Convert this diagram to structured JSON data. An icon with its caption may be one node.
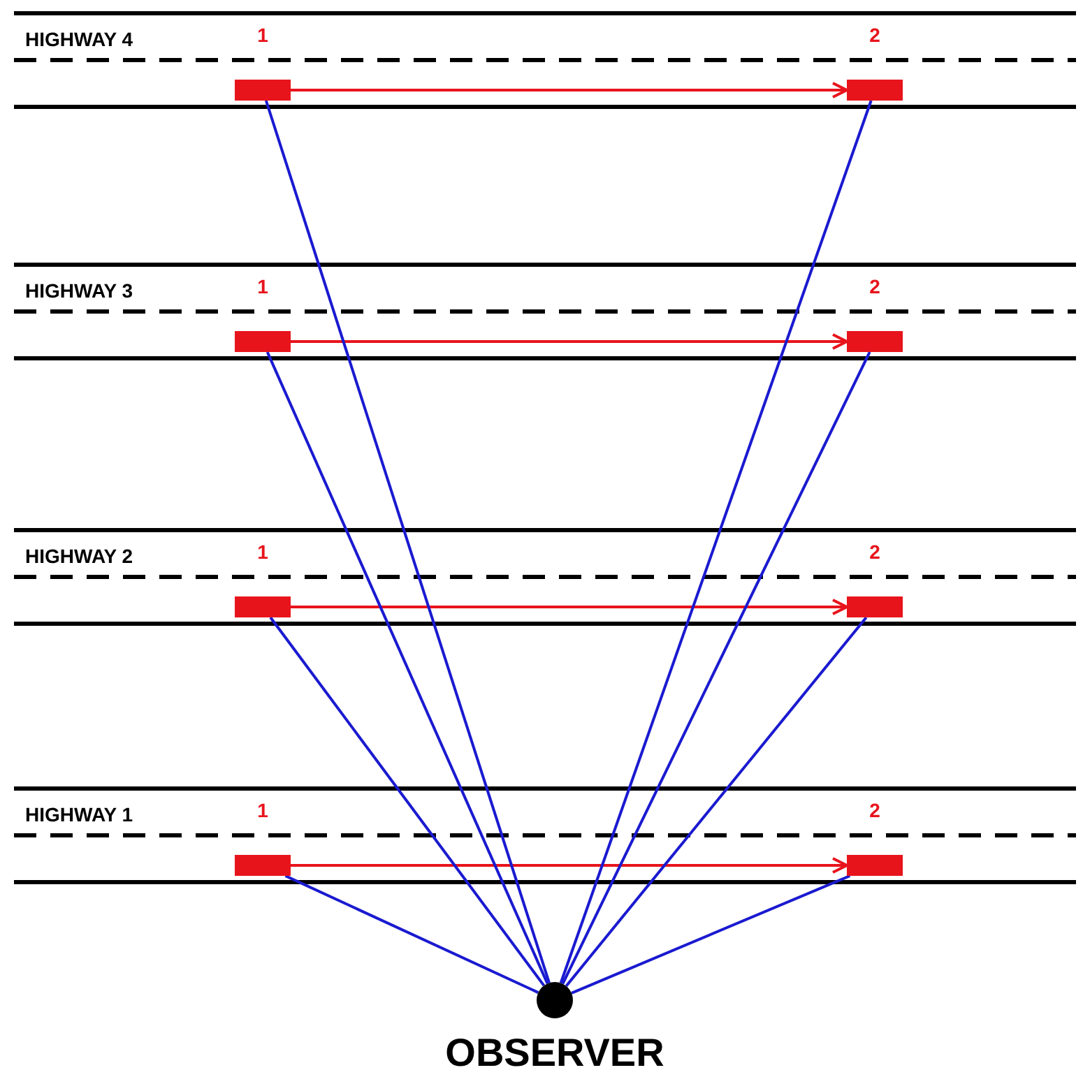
{
  "diagram": {
    "nodes": [
      {
        "text": [
          "HIGHWAY 4"
        ]
      },
      {
        "text": [],
        "shape": "bar",
        "beside": [
          "1"
        ],
        "in": 0
      },
      {
        "text": [],
        "shape": "bar",
        "beside": [
          "2"
        ],
        "in": 0
      },
      {
        "text": [
          "HIGHWAY 3"
        ]
      },
      {
        "text": [],
        "shape": "bar",
        "beside": [
          "1"
        ],
        "in": 3
      },
      {
        "text": [],
        "shape": "bar",
        "beside": [
          "2"
        ],
        "in": 3
      },
      {
        "text": [
          "HIGHWAY 2"
        ]
      },
      {
        "text": [],
        "shape": "bar",
        "beside": [
          "1"
        ],
        "in": 6
      },
      {
        "text": [],
        "shape": "bar",
        "beside": [
          "2"
        ],
        "in": 6
      },
      {
        "text": [
          "HIGHWAY 1"
        ]
      },
      {
        "text": [],
        "shape": "bar",
        "beside": [
          "1"
        ],
        "in": 9
      },
      {
        "text": [],
        "shape": "bar",
        "beside": [
          "2"
        ],
        "in": 9
      },
      {
        "text": [],
        "shape": "circle",
        "beside": [
          "OBSERVER"
        ]
      }
    ],
    "edges": [
      {
        "from": 1,
        "to": 2,
        "arrow": "to",
        "color": "#e8141c"
      },
      {
        "from": 4,
        "to": 5,
        "arrow": "to",
        "color": "#e8141c"
      },
      {
        "from": 7,
        "to": 8,
        "arrow": "to",
        "color": "#e8141c"
      },
      {
        "from": 10,
        "to": 11,
        "arrow": "to",
        "color": "#e8141c"
      },
      {
        "from": 12,
        "to": 1,
        "arrow": "none"
      },
      {
        "from": 12,
        "to": 2,
        "arrow": "none"
      },
      {
        "from": 12,
        "to": 4,
        "arrow": "none"
      },
      {
        "from": 12,
        "to": 5,
        "arrow": "none"
      },
      {
        "from": 12,
        "to": 7,
        "arrow": "none"
      },
      {
        "from": 12,
        "to": 8,
        "arrow": "none"
      },
      {
        "from": 12,
        "to": 10,
        "arrow": "none"
      },
      {
        "from": 12,
        "to": 11,
        "arrow": "none"
      }
    ]
  }
}
